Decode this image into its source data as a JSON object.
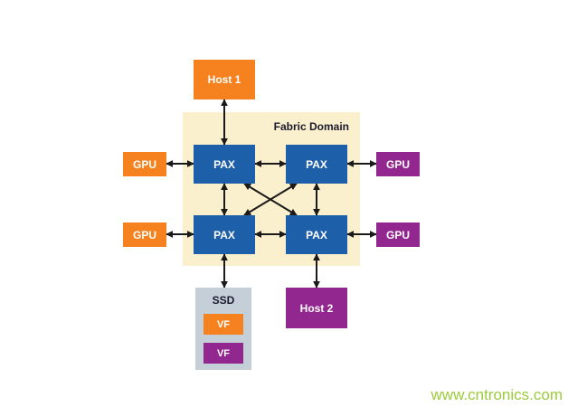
{
  "fabric": {
    "label": "Fabric Domain"
  },
  "nodes": {
    "host1": "Host 1",
    "host2": "Host 2",
    "pax": "PAX",
    "gpu": "GPU",
    "ssd": "SSD",
    "vf": "VF"
  },
  "connections": [
    {
      "from": "host1",
      "to": "pax-top-left",
      "bidirectional": true
    },
    {
      "from": "gpu-left-top",
      "to": "pax-top-left",
      "bidirectional": true
    },
    {
      "from": "gpu-left-bottom",
      "to": "pax-bottom-left",
      "bidirectional": true
    },
    {
      "from": "pax-top-right",
      "to": "gpu-right-top",
      "bidirectional": true
    },
    {
      "from": "pax-bottom-right",
      "to": "gpu-right-bottom",
      "bidirectional": true
    },
    {
      "from": "pax-top-left",
      "to": "pax-top-right",
      "bidirectional": true
    },
    {
      "from": "pax-bottom-left",
      "to": "pax-bottom-right",
      "bidirectional": true
    },
    {
      "from": "pax-top-left",
      "to": "pax-bottom-left",
      "bidirectional": true
    },
    {
      "from": "pax-top-right",
      "to": "pax-bottom-right",
      "bidirectional": true
    },
    {
      "from": "pax-top-left",
      "to": "pax-bottom-right",
      "bidirectional": true
    },
    {
      "from": "pax-top-right",
      "to": "pax-bottom-left",
      "bidirectional": true
    },
    {
      "from": "pax-bottom-left",
      "to": "ssd",
      "bidirectional": true
    },
    {
      "from": "pax-bottom-right",
      "to": "host2",
      "bidirectional": true
    }
  ],
  "watermark": "www.cntronics.com",
  "colors": {
    "orange": "#F5821F",
    "purple": "#92278F",
    "blue": "#1E5FA9",
    "fabric_bg": "#FBF0CE",
    "ssd_bg": "#C5CFD8",
    "arrow": "#1A1A1A",
    "label_dark": "#1A1A2E",
    "watermark": "#9BCB3B"
  }
}
